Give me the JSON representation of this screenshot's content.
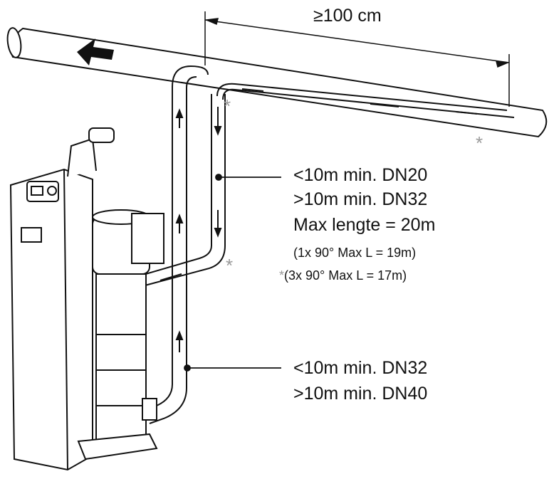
{
  "dimension": {
    "min_distance": "≥100 cm"
  },
  "suction_pipe_notes": {
    "line1": "<10m min. DN20",
    "line2": ">10m min. DN32",
    "line3": "Max lengte = 20m",
    "line4": "(1x 90° Max L = 19m)",
    "line5": "(3x 90° Max L = 17m)"
  },
  "return_pipe_notes": {
    "line1": "<10m min. DN32",
    "line2": ">10m min. DN40"
  },
  "elbow_marker": "*",
  "colors": {
    "line": "#111111",
    "marker": "#9a9a9a",
    "background": "#ffffff"
  },
  "icons": [
    "flow-direction-arrow",
    "pump-unit",
    "elbow-asterisk"
  ]
}
